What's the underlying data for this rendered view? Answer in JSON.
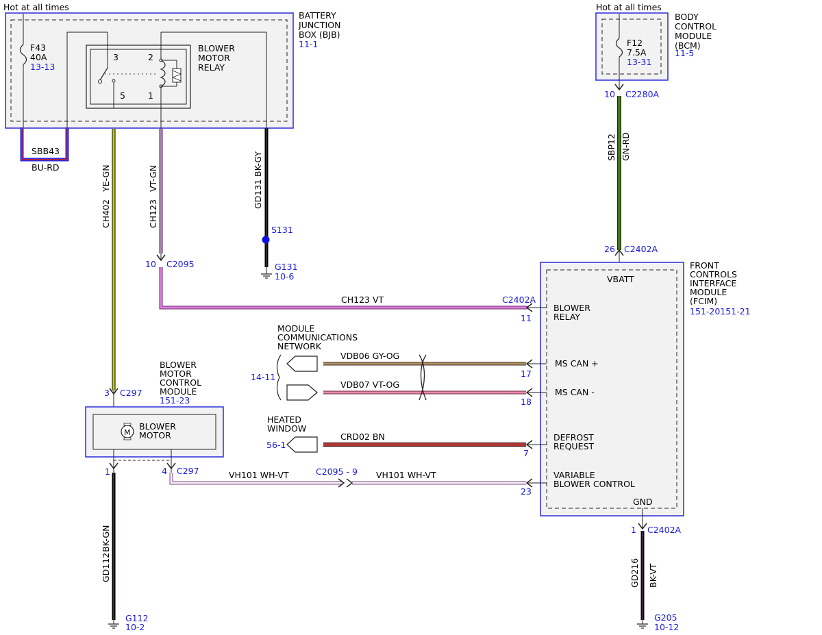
{
  "colors": {
    "module_border": "#2b2bd9",
    "module_fill": "#f2f2f2",
    "ref_text": "#1a1adb",
    "wire_ye_gn": "#d4e01a",
    "wire_vt_gn": "#a070a8",
    "wire_bk_gy": "#111111",
    "wire_gn_rd": "#3d5c1e",
    "wire_vt": "#e07de0",
    "wire_gy_og": "#c8904a",
    "wire_vt_og": "#e8809a",
    "wire_bn": "#a83232",
    "wire_wh_vt": "#d8a8e0",
    "wire_bk_gn": "#1c3d12",
    "wire_bk_vt": "#2a102e",
    "wire_bu_rd": "#3a2ad0"
  },
  "bjb": {
    "hot_label": "Hot at all times",
    "title_lines": [
      "BATTERY",
      "JUNCTION",
      "BOX (BJB)"
    ],
    "ref": "11-1",
    "fuse_name": "F43",
    "fuse_rating": "40A",
    "fuse_ref": "13-13",
    "relay_lines": [
      "BLOWER",
      "MOTOR",
      "RELAY"
    ],
    "pin3": "3",
    "pin2": "2",
    "pin5": "5",
    "pin1": "1",
    "sbb": "SBB43",
    "sbb_color": "BU-RD"
  },
  "bcm": {
    "hot_label": "Hot at all times",
    "title_lines": [
      "BODY",
      "CONTROL",
      "MODULE",
      "(BCM)"
    ],
    "ref": "11-5",
    "fuse_name": "F12",
    "fuse_rating": "7.5A",
    "fuse_ref": "13-31",
    "pin": "10",
    "connector": "C2280A",
    "wire_circuit": "SBP12",
    "wire_color": "GN-RD"
  },
  "wires": {
    "ch402_circuit": "CH402",
    "ch402_color": "YE-GN",
    "ch123_circuit": "CH123",
    "ch123_color": "VT-GN",
    "gd131_circuit": "GD131",
    "gd131_color": "BK-GY",
    "splice": "S131",
    "ground_g131": "G131",
    "ground_g131_ref": "10-6",
    "c2095_pin": "10",
    "c2095": "C2095",
    "ch123_vt": "CH123   VT",
    "vdb06": "VDB06   GY-OG",
    "vdb07": "VDB07   VT-OG",
    "crd02": "CRD02   BN",
    "vh101_left": "VH101    WH-VT",
    "vh101_right": "VH101    WH-VT",
    "c2095_9": "C2095 -  9",
    "gd112_circuit": "GD112",
    "gd112_color": "BK-GN",
    "ground_g112": "G112",
    "ground_g112_ref": "10-2",
    "gd216_circuit": "GD216",
    "gd216_color": "BK-VT",
    "ground_g205": "G205",
    "ground_g205_ref": "10-12"
  },
  "bmcm": {
    "title_lines": [
      "BLOWER",
      "MOTOR",
      "CONTROL",
      "MODULE"
    ],
    "ref": "151-23",
    "motor_lines": [
      "BLOWER",
      "MOTOR"
    ],
    "motor_symbol": "M",
    "pin3": "3",
    "c297_top": "C297",
    "pin1": "1",
    "pin4": "4",
    "c297_bottom": "C297"
  },
  "fcim": {
    "title_lines": [
      "FRONT",
      "CONTROLS",
      "INTERFACE",
      "MODULE",
      "(FCIM)"
    ],
    "ref": "151-20151-21",
    "pin_top": "26",
    "conn_top": "C2402A",
    "vbatt": "VBATT",
    "conn_relay": "C2402A",
    "pin_relay": "11",
    "blower_relay_lines": [
      "BLOWER",
      "RELAY"
    ],
    "ms_can_plus": "MS CAN +",
    "pin_can_plus": "17",
    "ms_can_minus": "MS CAN -",
    "pin_can_minus": "18",
    "defrost_lines": [
      "DEFROST",
      "REQUEST"
    ],
    "pin_defrost": "7",
    "variable_lines": [
      "VARIABLE",
      "BLOWER CONTROL"
    ],
    "pin_variable": "23",
    "gnd": "GND",
    "pin_gnd": "1",
    "conn_gnd": "C2402A"
  },
  "network": {
    "title_lines": [
      "MODULE",
      "COMMUNICATIONS",
      "NETWORK"
    ],
    "ref": "14-11"
  },
  "heated_window": {
    "title_lines": [
      "HEATED",
      "WINDOW"
    ],
    "ref": "56-1"
  }
}
